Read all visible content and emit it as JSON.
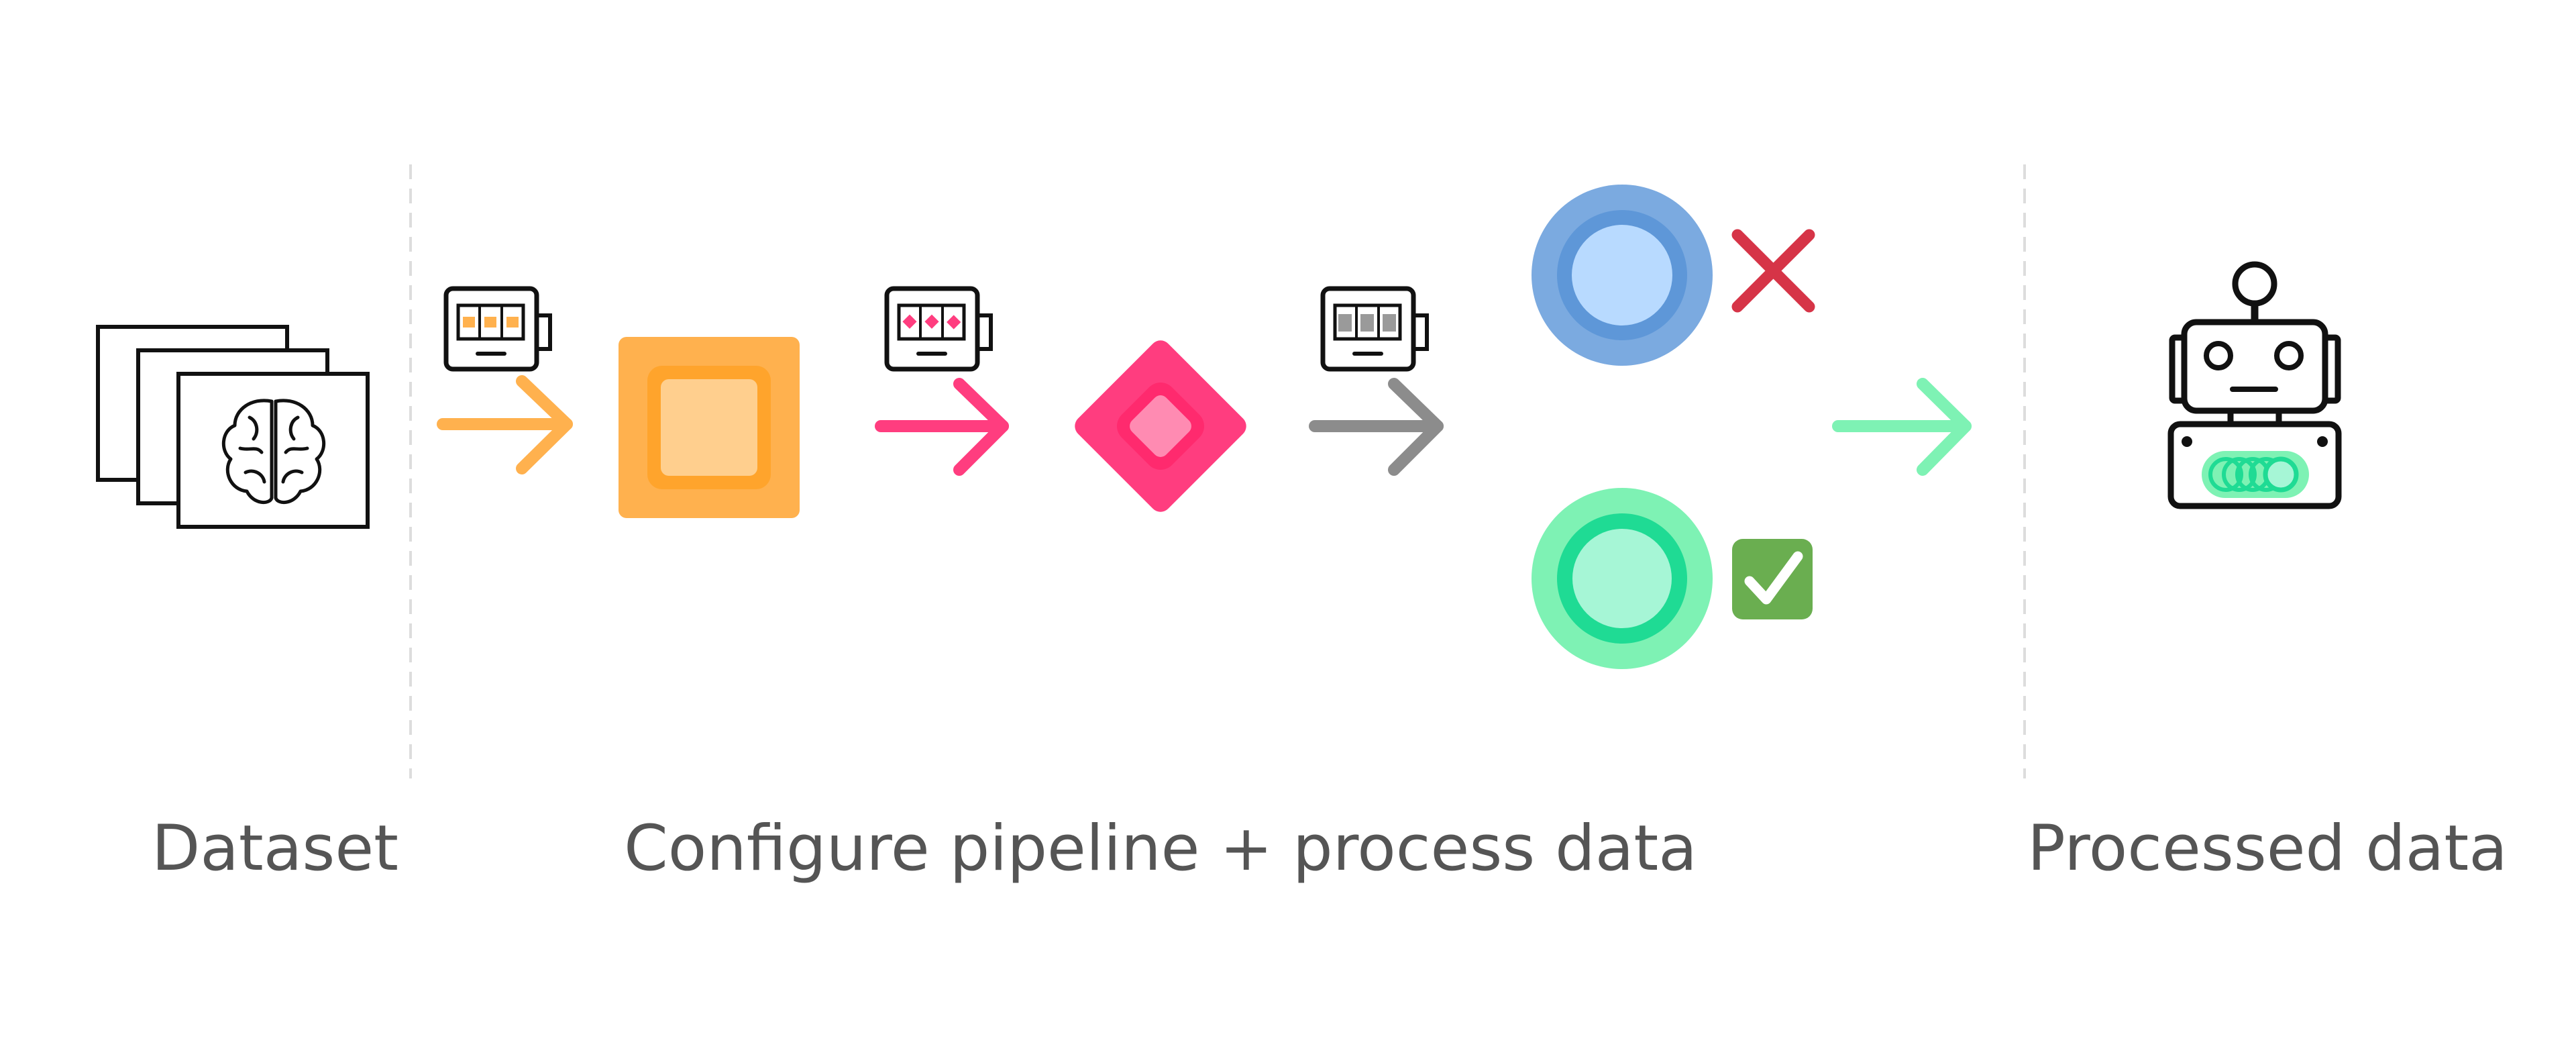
{
  "labels": {
    "dataset": "Dataset",
    "pipeline": "Configure pipeline + process data",
    "processed": "Processed data"
  },
  "colors": {
    "orange": "#FFB14E",
    "pink": "#FF3D7F",
    "gray": "#8C8C8C",
    "blue": "#7BAAE0",
    "green": "#7EF2B4",
    "teal": "#1FDB94",
    "reject": "#D63447",
    "accept": "#6AAE50",
    "text": "#555555",
    "divider": "#DDDDDD"
  },
  "icons": {
    "dataset": "stacked-brain-images-icon",
    "selector": "slot-machine-icon",
    "output": "robot-icon",
    "reject": "x-mark-icon",
    "accept": "checkbox-check-icon"
  }
}
